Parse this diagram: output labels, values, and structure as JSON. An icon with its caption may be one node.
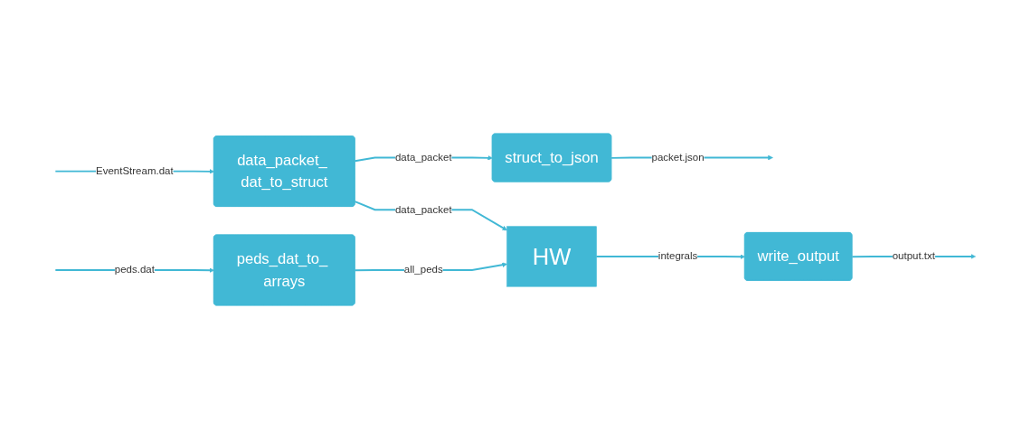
{
  "diagram": {
    "nodes": [
      {
        "text": [
          "data_packet_ dat_to_struct"
        ]
      },
      {
        "text": [
          "struct_to_json"
        ]
      },
      {
        "text": [
          "HW"
        ]
      },
      {
        "text": [
          "write_output"
        ]
      },
      {
        "text": [
          "peds_dat_to_ arrays"
        ]
      }
    ],
    "edges": [
      {
        "from": null,
        "to": 0,
        "arrow": "to",
        "label": "EventStream.dat"
      },
      {
        "from": 0,
        "to": 1,
        "arrow": "to",
        "label": "data_packet"
      },
      {
        "from": 1,
        "to": null,
        "arrow": "to",
        "label": "packet.json"
      },
      {
        "from": 0,
        "to": 2,
        "arrow": "to",
        "label": "data_packet"
      },
      {
        "from": null,
        "to": 4,
        "arrow": "to",
        "label": "peds.dat"
      },
      {
        "from": 4,
        "to": 2,
        "arrow": "to",
        "label": "all_peds"
      },
      {
        "from": 2,
        "to": 3,
        "arrow": "to",
        "label": "integrals"
      },
      {
        "from": 3,
        "to": null,
        "arrow": "to",
        "label": "output.txt"
      }
    ]
  }
}
